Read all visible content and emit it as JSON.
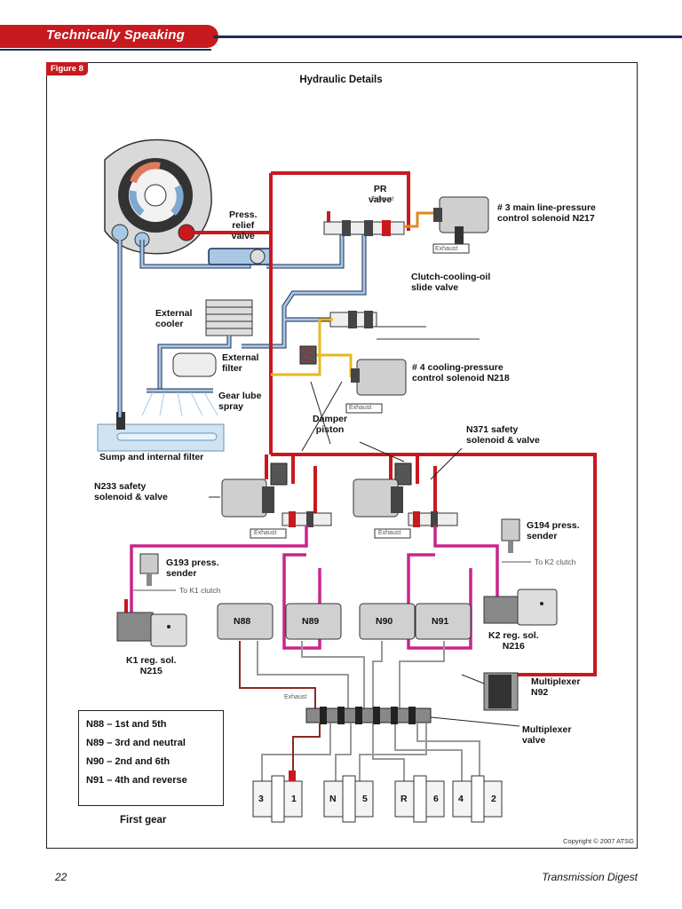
{
  "header": {
    "section": "Technically Speaking"
  },
  "figure": {
    "tag": "Figure 8",
    "title": "Hydraulic Details",
    "copyright": "Copyright © 2007 ATSG"
  },
  "labels": {
    "press_relief": [
      "Press.",
      "relief",
      "valve"
    ],
    "pr_valve": [
      "PR",
      "valve"
    ],
    "n217": [
      "# 3 main line-pressure",
      "control solenoid N217"
    ],
    "clutch_cooling": [
      "Clutch-cooling-oil",
      "slide valve"
    ],
    "external_cooler": [
      "External",
      "cooler"
    ],
    "external_filter": [
      "External",
      "filter"
    ],
    "gear_lube": [
      "Gear lube",
      "spray"
    ],
    "n218": [
      "# 4 cooling-pressure",
      "control solenoid N218"
    ],
    "damper": [
      "Damper",
      "piston"
    ],
    "sump": "Sump and internal filter",
    "n371": [
      "N371 safety",
      "solenoid & valve"
    ],
    "n233": [
      "N233 safety",
      "solenoid & valve"
    ],
    "g194": [
      "G194 press.",
      "sender"
    ],
    "to_k2": "To K2 clutch",
    "g193": [
      "G193 press.",
      "sender"
    ],
    "to_k1": "To K1 clutch",
    "k1": [
      "K1 reg. sol.",
      "N215"
    ],
    "k2": [
      "K2 reg. sol.",
      "N216"
    ],
    "n92": [
      "Multiplexer",
      "N92"
    ],
    "mux_valve": [
      "Multiplexer",
      "valve"
    ],
    "exhaust": "Exhaust",
    "solenoids": [
      "N88",
      "N89",
      "N90",
      "N91"
    ],
    "clutch_pairs": [
      [
        "3",
        "1"
      ],
      [
        "N",
        "5"
      ],
      [
        "R",
        "6"
      ],
      [
        "4",
        "2"
      ]
    ]
  },
  "legend": [
    "N88 – 1st and 5th",
    "N89 – 3rd and neutral",
    "N90 – 2nd and 6th",
    "N91 – 4th and reverse"
  ],
  "gear_state": "First gear",
  "footer": {
    "page": "22",
    "publication": "Transmission Digest"
  },
  "colors": {
    "red": "#c8191f",
    "blue": "#a8c8e6",
    "magenta": "#c8258c",
    "yellow": "#e6b820",
    "navy": "#1c2d55"
  }
}
